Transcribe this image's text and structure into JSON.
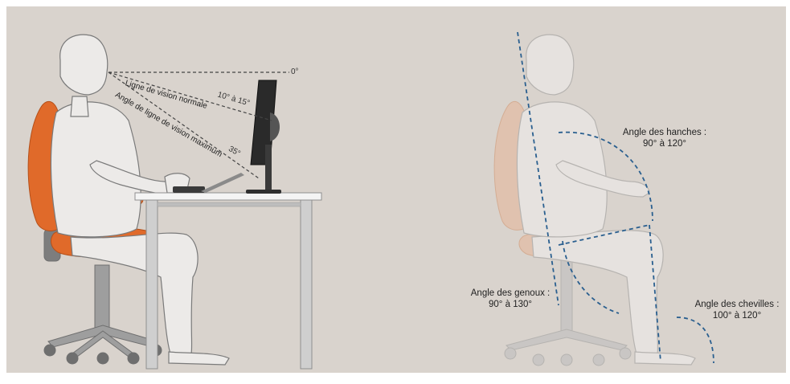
{
  "colors": {
    "background": "#d9d3cd",
    "figure": "#eceae8",
    "figure_outline": "#7a7a7a",
    "chair_seat": "#e06a2a",
    "chair_faded": "#e6b598",
    "metal": "#a9a9a9",
    "angle_line": "#2a5f8f"
  },
  "left_panel": {
    "angle_0": "0°",
    "angle_10_15": "10° à 15°",
    "angle_35": "35°",
    "line_normal": "Ligne de vision normale",
    "line_maximum": "Angle de ligne de vision maximum"
  },
  "right_panel": {
    "hips": {
      "title": "Angle des hanches :",
      "range": "90° à 120°"
    },
    "knees": {
      "title": "Angle des genoux :",
      "range": "90° à 130°"
    },
    "ankles": {
      "title": "Angle des chevilles :",
      "range": "100° à 120°"
    }
  }
}
